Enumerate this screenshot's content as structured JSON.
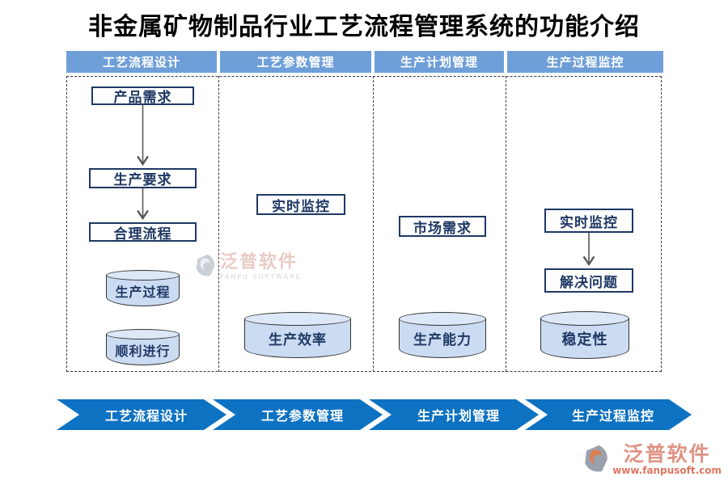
{
  "title": "非金属矿物制品行业工艺流程管理系统的功能介绍",
  "columns": [
    {
      "header": "工艺流程设计",
      "boxes": [
        "产品需求",
        "生产要求",
        "合理流程"
      ],
      "cylinders": [
        "生产过程",
        "顺利进行"
      ]
    },
    {
      "header": "工艺参数管理",
      "boxes": [
        "实时监控"
      ],
      "cylinders": [
        "生产效率"
      ]
    },
    {
      "header": "生产计划管理",
      "boxes": [
        "市场需求"
      ],
      "cylinders": [
        "生产能力"
      ]
    },
    {
      "header": "生产过程监控",
      "boxes": [
        "实时监控",
        "解决问题"
      ],
      "cylinders": [
        "稳定性"
      ]
    }
  ],
  "bottom_chevrons": [
    "工艺流程设计",
    "工艺参数管理",
    "生产计划管理",
    "生产过程监控"
  ],
  "watermark": {
    "brand": "泛普软件",
    "subtitle": "FANPU SOFTWARE"
  },
  "footer_logo": {
    "brand": "泛普软件",
    "url": "www.fanpusoft.com"
  },
  "colors": {
    "header_blue": "#6F9FD8",
    "chevron_blue": "#0E72C2",
    "navy": "#1F3864",
    "cyl_fill": "#CBDBF2",
    "cyl_top": "#DCE7F7",
    "line_gray": "#595959",
    "salmon": "#DE9383",
    "url_red": "#E0755F"
  }
}
